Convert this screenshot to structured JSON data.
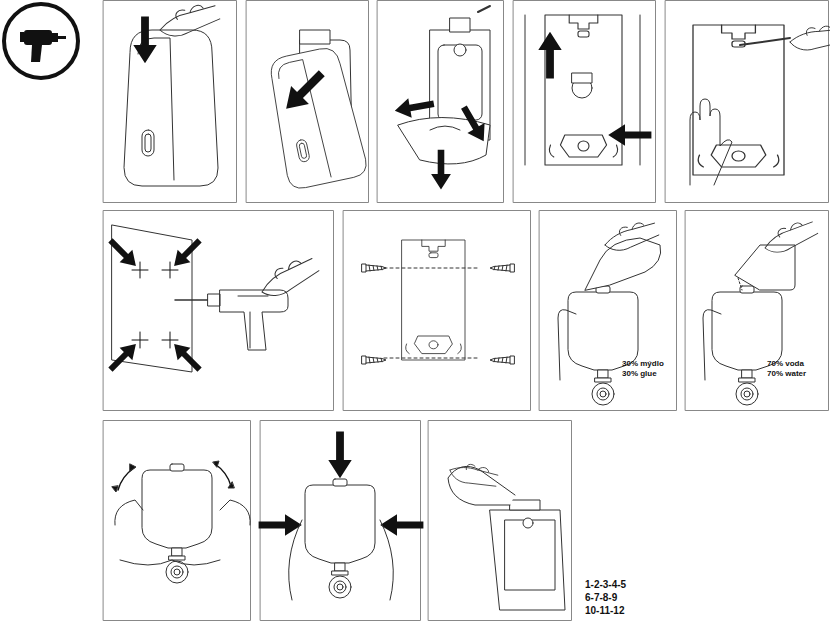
{
  "diagram": {
    "labels": [
      "30% mýdlo",
      "30% glue",
      "70% voda",
      "70% water",
      "1-2-3-4-5",
      "6-7-8-9",
      "10-11-12"
    ]
  }
}
